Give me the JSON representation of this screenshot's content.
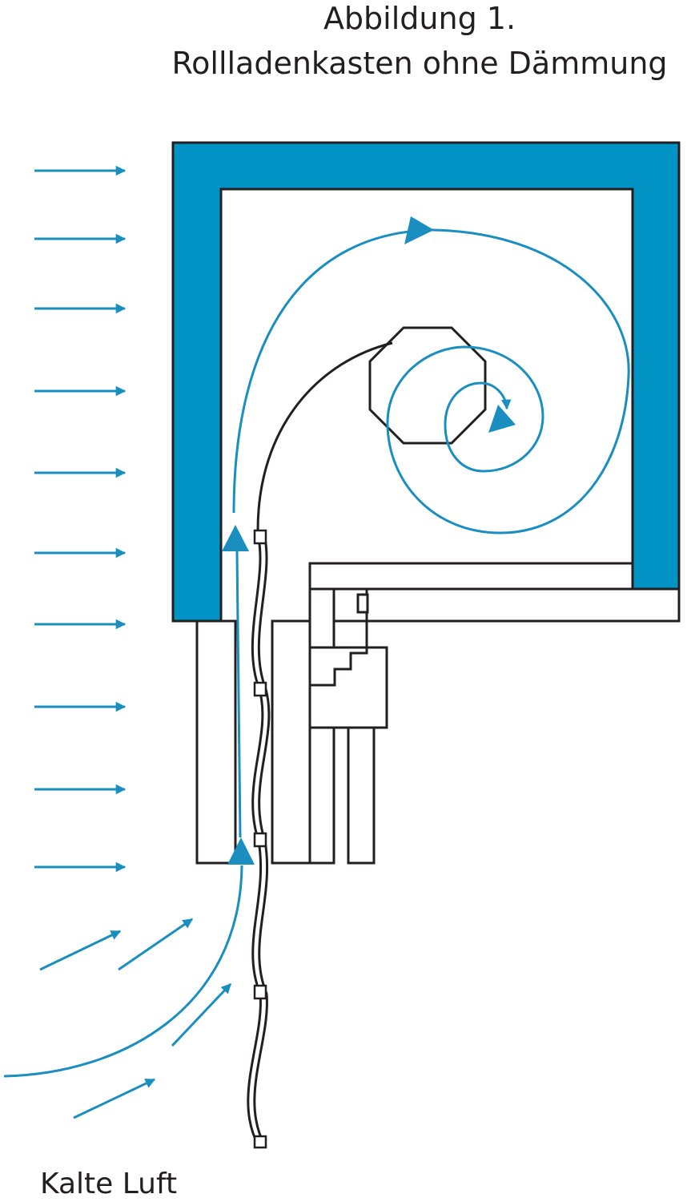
{
  "figure": {
    "title_line1": "Abbildung 1.",
    "title_line2": "Rollladenkasten ohne Dämmung",
    "caption": "Kalte Luft"
  },
  "colors": {
    "wall_blue": "#0093c4",
    "air_flow": "#1a8fbf",
    "outline": "#231f20",
    "background": "#ffffff"
  }
}
